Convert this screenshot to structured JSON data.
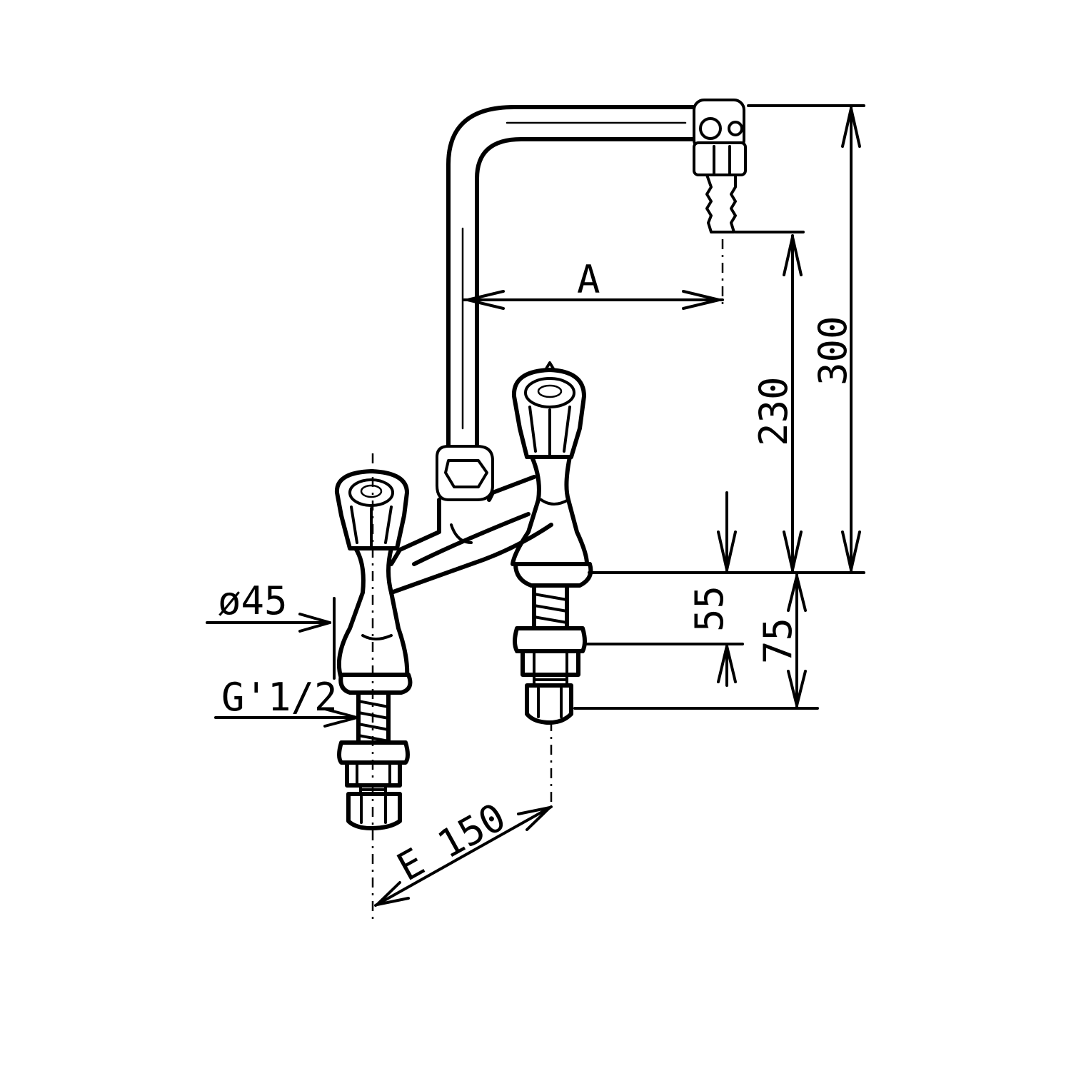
{
  "dimensions": {
    "reach": "A",
    "height_total": "300",
    "height_outlet": "230",
    "shank_length": "55",
    "thread_length": "75",
    "body_diameter": "ø45",
    "thread_size": "G'1/2",
    "spacing": "E 150"
  },
  "colors": {
    "ink": "#000000",
    "paper": "#ffffff"
  }
}
